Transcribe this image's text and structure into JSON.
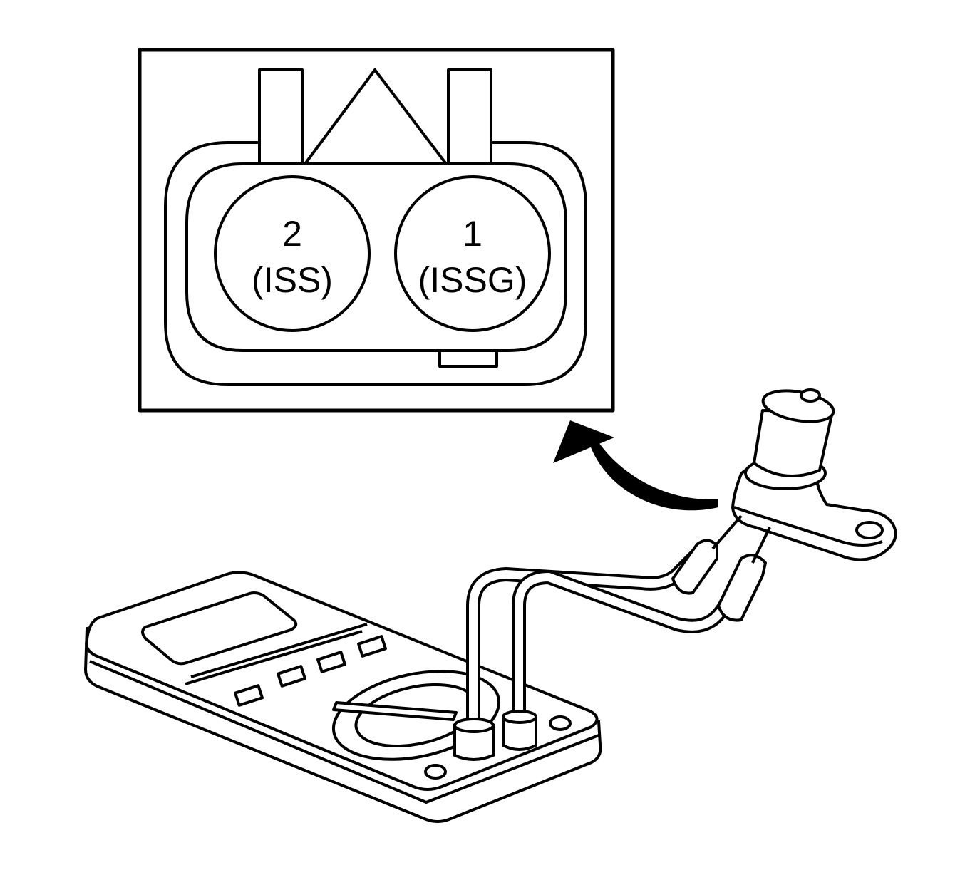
{
  "connector": {
    "pins": [
      {
        "number": "2",
        "signal": "(ISS)"
      },
      {
        "number": "1",
        "signal": "(ISSG)"
      }
    ]
  },
  "colors": {
    "line": "#000000",
    "fill": "#ffffff"
  }
}
